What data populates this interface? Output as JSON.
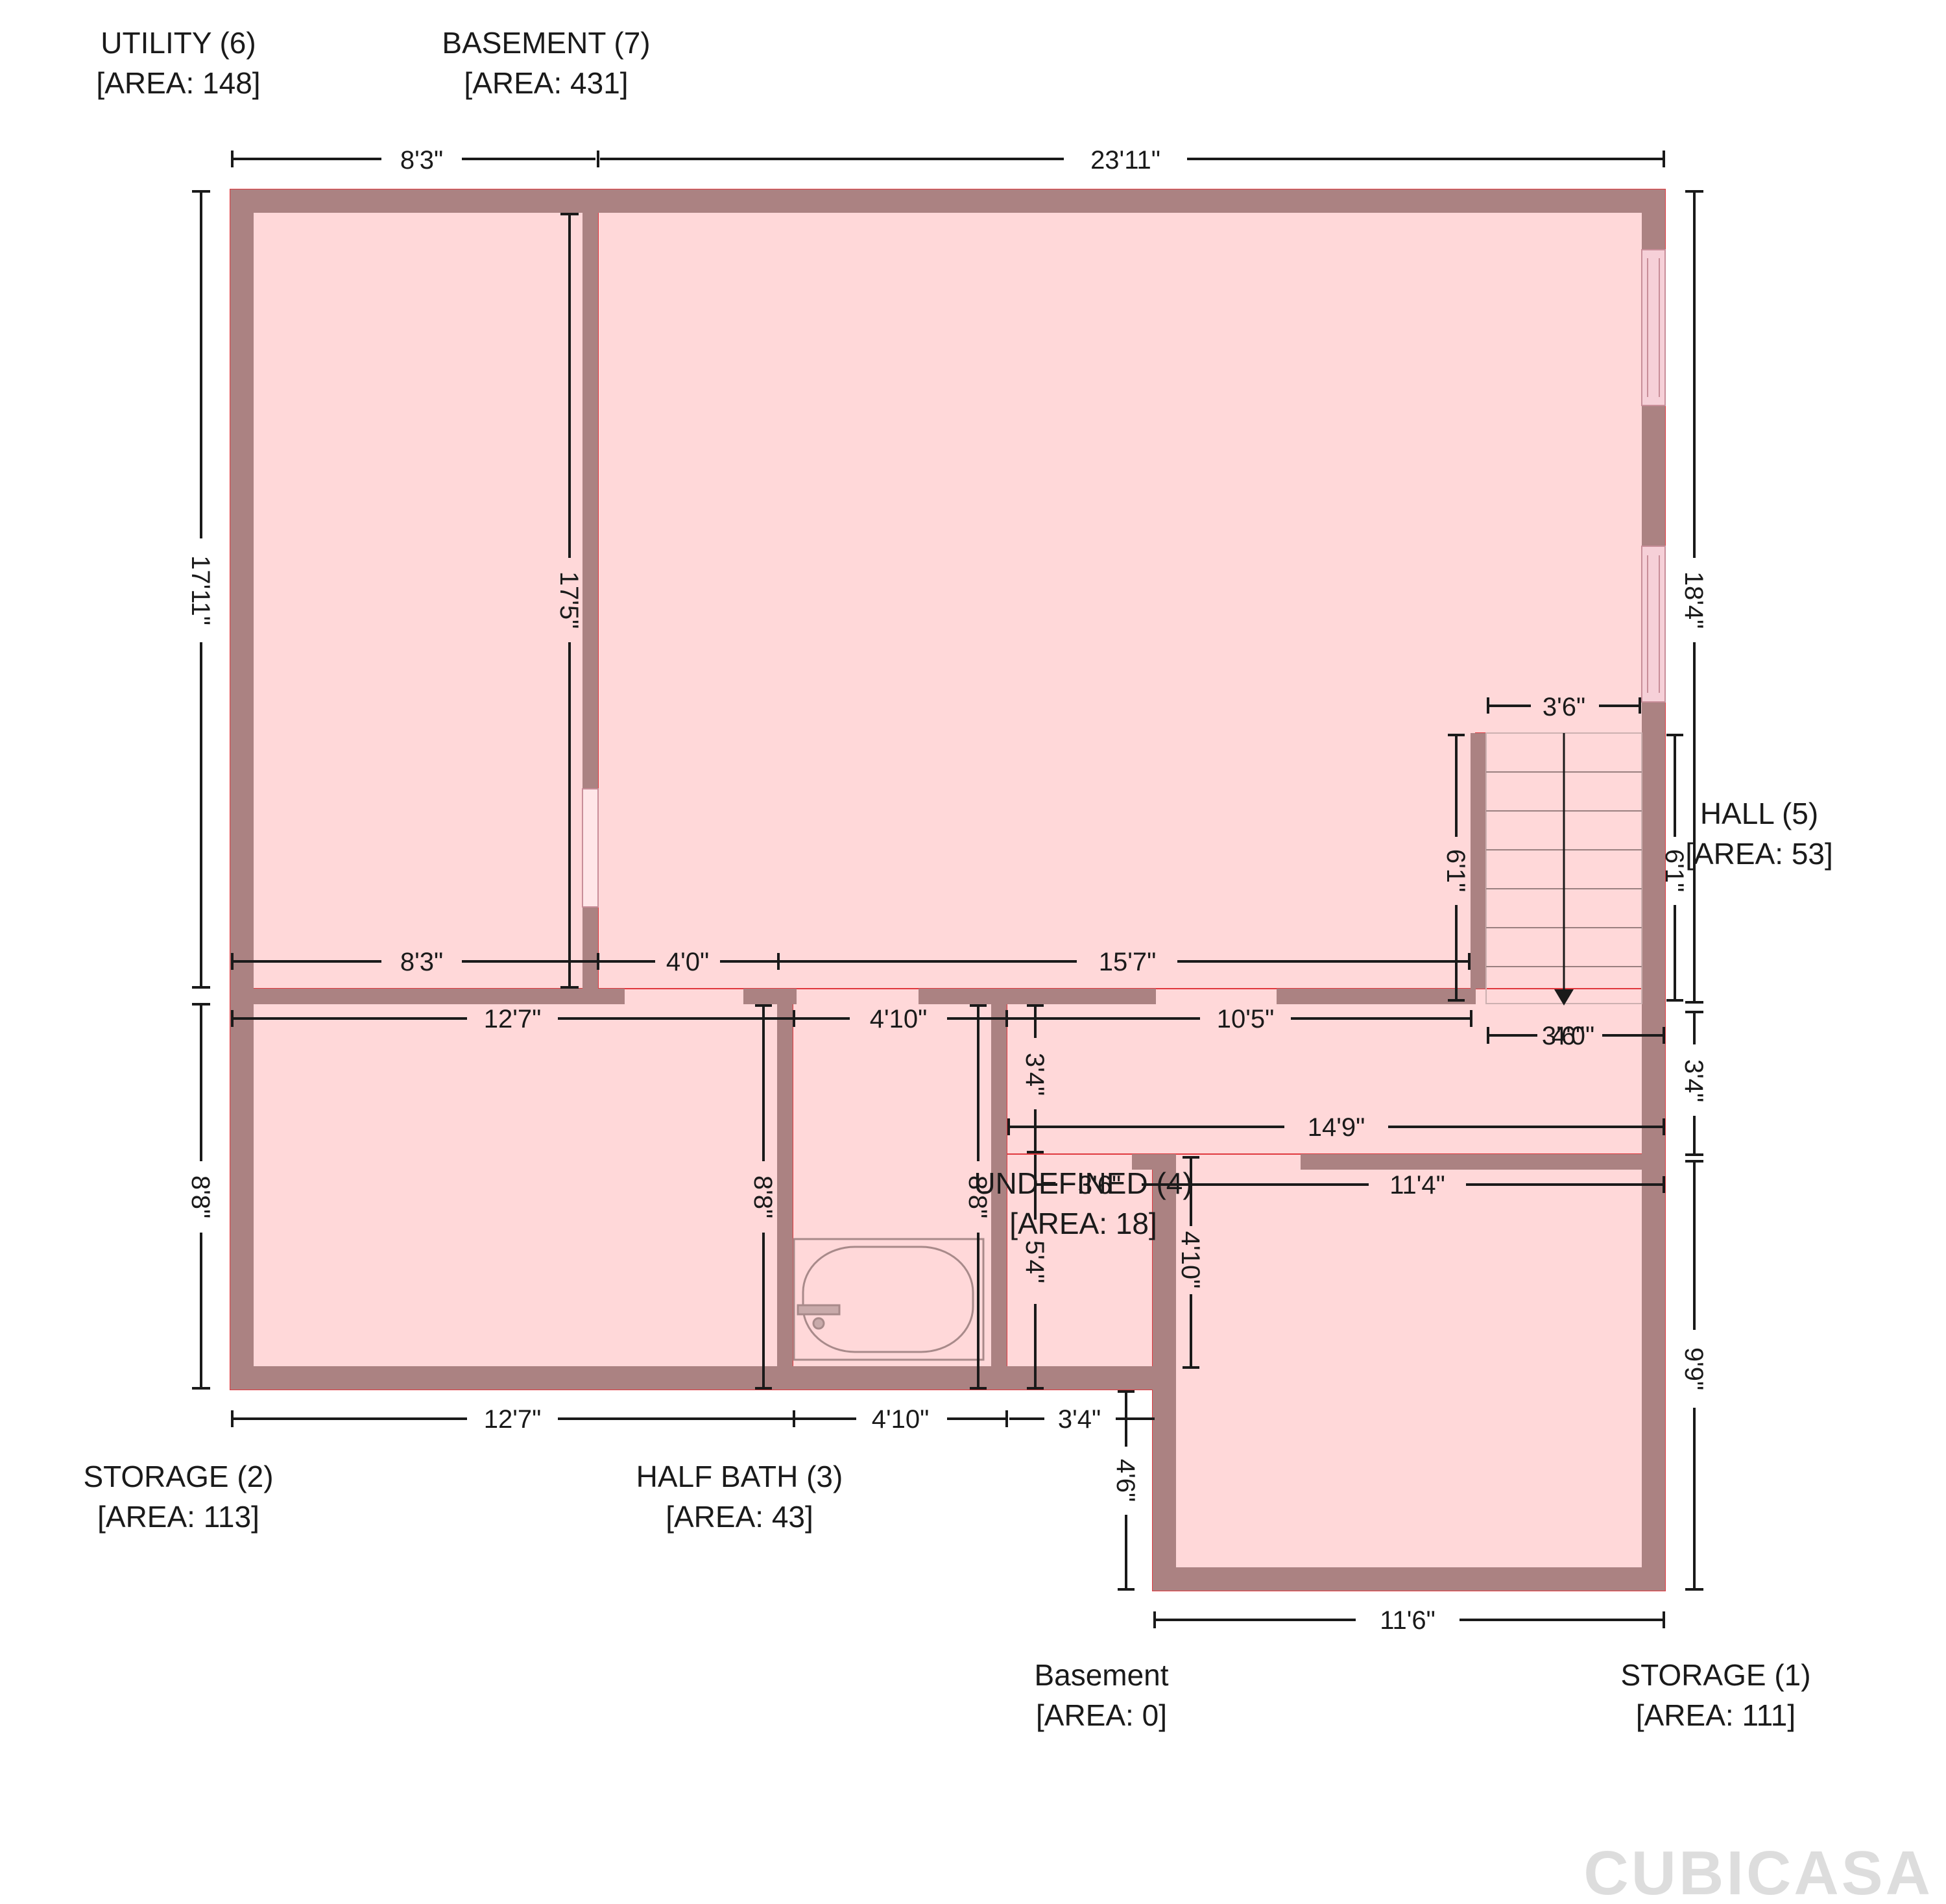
{
  "rooms": [
    {
      "key": "utility",
      "name": "UTILITY (6)",
      "area": "[AREA: 148]"
    },
    {
      "key": "basement7",
      "name": "BASEMENT (7)",
      "area": "[AREA: 431]"
    },
    {
      "key": "hall",
      "name": "HALL (5)",
      "area": "[AREA: 53]"
    },
    {
      "key": "undefined",
      "name": "UNDEFINED (4)",
      "area": "[AREA: 18]"
    },
    {
      "key": "storage2",
      "name": "STORAGE (2)",
      "area": "[AREA: 113]"
    },
    {
      "key": "halfbath",
      "name": "HALF BATH (3)",
      "area": "[AREA: 43]"
    },
    {
      "key": "basement",
      "name": "Basement",
      "area": "[AREA: 0]"
    },
    {
      "key": "storage1",
      "name": "STORAGE (1)",
      "area": "[AREA: 111]"
    }
  ],
  "dimensions": {
    "top_left_width": "8'3\"",
    "top_right_width": "23'11\"",
    "left_upper_height": "17'11\"",
    "utility_inner_height": "17'5\"",
    "right_upper_height": "18'4\"",
    "stair_width": "3'6\"",
    "stair_height": "6'1\"",
    "hall_height": "6'1\"",
    "mid_utility_width": "8'3\"",
    "mid_gap": "4'0\"",
    "mid_basement_width": "15'7\"",
    "storage2_inner_width": "12'7\"",
    "halfbath_inner_width": "4'10\"",
    "corridor_width": "10'5\"",
    "stair_bottom_width": "3'6\"",
    "stair_bottom_width_b": "4'0\"",
    "corridor_height_right": "3'4\"",
    "corridor_height_inner": "3'4\"",
    "corridor_inner_width": "14'9\"",
    "undefined_width": "3'6\"",
    "storage1_inner_width": "11'4\"",
    "storage2_height": "8'8\"",
    "storage2_inner_height": "8'8\"",
    "halfbath_height": "8'8\"",
    "undefined_height": "5'4\"",
    "storage1_inner_height": "4'10\"",
    "storage1_height": "9'9\"",
    "bottom_storage2_width": "12'7\"",
    "bottom_halfbath_width": "4'10\"",
    "bottom_undefined_width": "3'4\"",
    "bottom_step_height": "4'6\"",
    "bottom_storage1_width": "11'6\""
  },
  "watermark": "CUBICASA",
  "colors": {
    "floor": "#ffd8d9",
    "wall": "#ab8282",
    "outline": "#e0383e",
    "dim_line": "#1a1a1a",
    "watermark": "#dddddd"
  }
}
